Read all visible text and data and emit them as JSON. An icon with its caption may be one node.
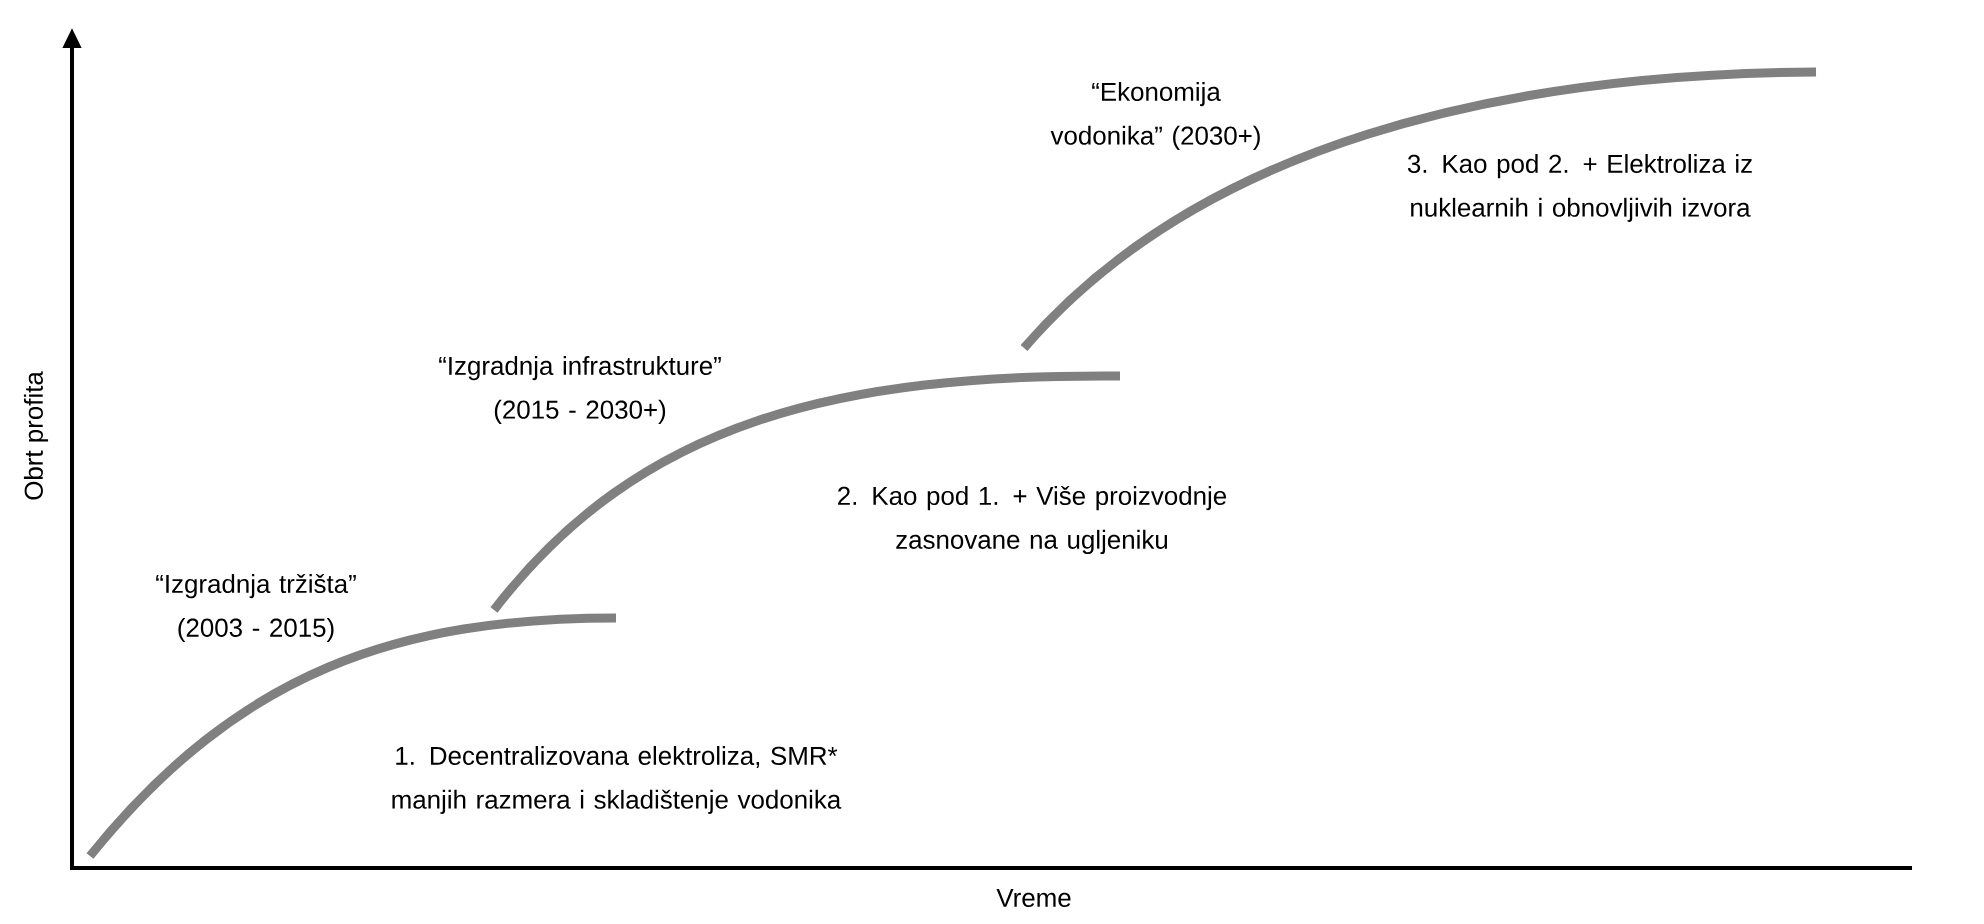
{
  "diagram": {
    "labels": [
      "“Ekonomija vodonika” (2030+)",
      "3. Kao pod 2. + Elektroliza iz nuklearnih i obnovljivih izvora",
      "“Izgradnja infrastrukture” (2015 - 2030+)",
      "2. Kao pod 1. + Više proizvodnje zasnovane na ugljeniku",
      "Obrt profita",
      "“Izgradnja tržišta” (2003 - 2015)",
      "1. Decentralizovana elektroliza, SMR* manjih razmera i skladištenje vodonika",
      "Vreme"
    ]
  }
}
